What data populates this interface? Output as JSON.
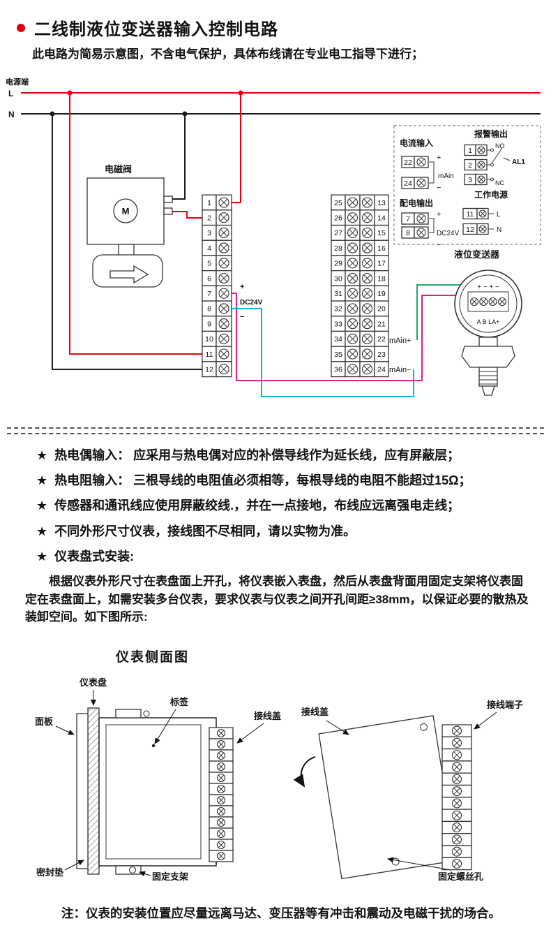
{
  "page": {
    "title": "二线制液位变送器输入控制电路",
    "subtitle": "此电路为简易示意图，不含电气保护，具体布线请在专业电工指导下进行；",
    "note_bullet": "★",
    "notes": [
      "热电偶输入： 应采用与热电偶对应的补偿导线作为延长线，应有屏蔽层；",
      "热电阻输入： 三根导线的电阻值必须相等，每根导线的电阻不能超过15Ω；",
      "传感器和通讯线应使用屏蔽绞线.，并在一点接地，布线应远离强电走线；",
      "不同外形尺寸仪表，接线图不尽相同，请以实物为准。",
      "仪表盘式安装:"
    ],
    "install_paragraph": "根据仪表外形尺寸在表盘面上开孔，将仪表嵌入表盘，然后从表盘背面用固定支架将仪表固定在表盘面上，如需安装多台仪表，要求仪表与仪表之间开孔间距≥38mm，以保证必要的散热及装卸空间。如下图所示:",
    "side_view_title": "仪表侧面图",
    "bottom_note": "注：仪表的安装位置应尽量远离马达、变压器等有冲击和震动及电磁干扰的场合。"
  },
  "circuit": {
    "power_label": "电源端",
    "live": "L",
    "neutral": "N",
    "solenoid": "电磁阀",
    "motor": "M",
    "plus": "+",
    "minus": "−",
    "dc24v": "DC24V",
    "main_plus": "mAin+",
    "main_minus": "mAin−",
    "left_terminals": [
      "1",
      "2",
      "3",
      "4",
      "5",
      "6",
      "7",
      "8",
      "9",
      "10",
      "11",
      "12"
    ],
    "mid_terminals": [
      "25",
      "26",
      "27",
      "28",
      "29",
      "30",
      "31",
      "32",
      "33",
      "34",
      "35",
      "36"
    ],
    "right_terminals": [
      "13",
      "14",
      "15",
      "16",
      "17",
      "18",
      "19",
      "20",
      "21",
      "22",
      "23",
      "24"
    ],
    "legend": {
      "current_input": {
        "title": "电流输入",
        "terminals": [
          "22",
          "24"
        ],
        "signal": "mAin"
      },
      "power_output": {
        "title": "配电输出",
        "terminals": [
          "7",
          "8"
        ],
        "signal": "DC24V"
      },
      "alarm_output": {
        "title": "报警输出",
        "terminals": [
          "1",
          "2",
          "3"
        ],
        "no": "NO",
        "nc": "NC",
        "name": "AL1"
      },
      "work_power": {
        "title": "工作电源",
        "terminals": [
          "11",
          "12"
        ],
        "live": "L",
        "neutral": "N"
      }
    },
    "transmitter": {
      "label": "液位变送器",
      "top_marks": "+ − + −",
      "bottom_marks": "A B LA+"
    },
    "wire_colors": {
      "live": "#e60012",
      "neutral": "#1a1a1a",
      "loop_supply": "#e5007f",
      "loop_return": "#00a0e9",
      "signal": "#00a553"
    }
  },
  "drawings": {
    "panel": "仪表盘",
    "front_panel": "面板",
    "tag": "标签",
    "terminal_cover": "接线盖",
    "gasket": "密封垫",
    "bracket": "固定支架",
    "terminal_cover2": "接线盖",
    "terminal_block": "接线端子",
    "screw_hole": "固定螺丝孔"
  }
}
